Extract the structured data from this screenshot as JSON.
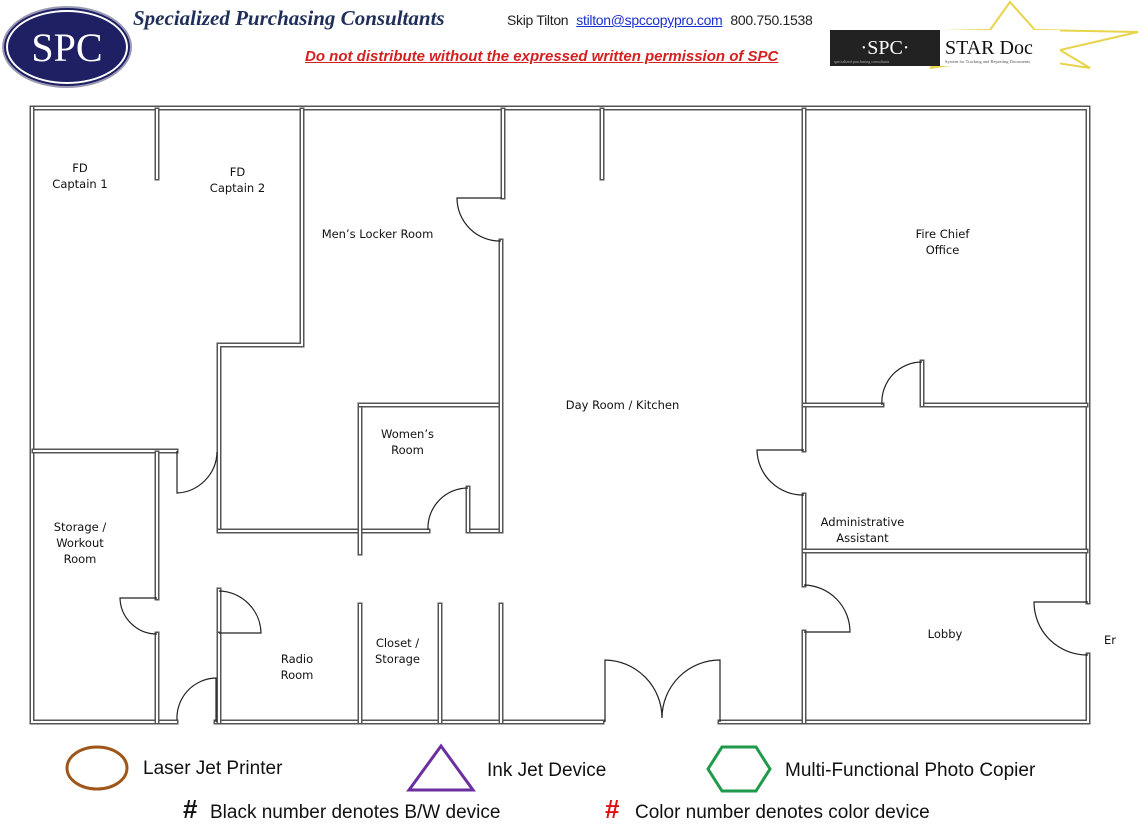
{
  "header": {
    "logo_text": "SPC",
    "company": "Specialized Purchasing Consultants",
    "contact_name": "Skip Tilton",
    "contact_email": "stilton@spccopypro.com",
    "contact_phone": "800.750.1538",
    "warning": "Do not distribute without the expressed written permission of SPC",
    "stardoc_logo": {
      "left": "·SPC·",
      "right": "STAR Doc",
      "tagline": "System for Tracking and Reporting Documents",
      "sub": "specialized purchasing consultants"
    }
  },
  "rooms": {
    "fd_captain_1": "FD\nCaptain 1",
    "fd_captain_2": "FD\nCaptain 2",
    "mens_locker": "Men’s Locker Room",
    "fire_chief": "Fire Chief\nOffice",
    "day_room": "Day Room / Kitchen",
    "womens_room": "Women’s\nRoom",
    "storage_workout": "Storage /\nWorkout\nRoom",
    "admin_assistant": "Administrative\nAssistant",
    "lobby": "Lobby",
    "radio_room": "Radio\nRoom",
    "closet_storage": "Closet /\nStorage",
    "entrance": "Er"
  },
  "legend": {
    "laser": {
      "label": "Laser Jet Printer",
      "color": "#a0561a"
    },
    "inkjet": {
      "label": "Ink Jet Device",
      "color": "#6b2fa0"
    },
    "mfp": {
      "label": "Multi-Functional Photo Copier",
      "color": "#1f9a4a"
    },
    "bw_symbol": "#",
    "bw_note": "Black number denotes B/W device",
    "color_symbol": "#",
    "color_note": "Color number denotes color device",
    "color_symbol_color": "#e01010"
  }
}
